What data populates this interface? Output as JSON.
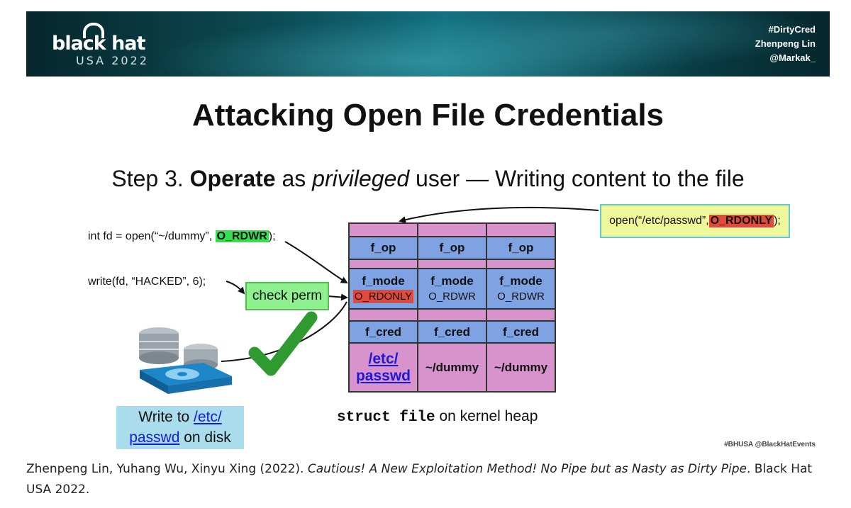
{
  "banner": {
    "logo_main": "black hat",
    "logo_sub": "USA 2022",
    "hashtag": "#DirtyCred",
    "author": "Zhenpeng Lin",
    "handle": "@Markak_"
  },
  "slide": {
    "title": "Attacking Open File Credentials",
    "subtitle": {
      "step": "Step 3.",
      "operate": "Operate",
      "as": "as",
      "privileged": "privileged",
      "rest": "user — Writing content to the file"
    },
    "code": {
      "open_prefix": "int fd = open(“~/dummy”, ",
      "open_flag": "O_RDWR",
      "open_suffix": ");",
      "write_line": "write(fd, “HACKED”, 6);"
    },
    "check_perm": "check perm",
    "open_passwd": {
      "prefix": "open(“/etc/passwd”, ",
      "flag": "O_RDONLY",
      "suffix": ");"
    },
    "struct_file": {
      "columns": [
        {
          "f_op": "f_op",
          "f_mode": "f_mode",
          "mode_value": "O_RDONLY",
          "f_cred": "f_cred",
          "path_line1": "/etc/",
          "path_line2": "passwd"
        },
        {
          "f_op": "f_op",
          "f_mode": "f_mode",
          "mode_value": "O_RDWR",
          "f_cred": "f_cred",
          "path": "~/dummy"
        },
        {
          "f_op": "f_op",
          "f_mode": "f_mode",
          "mode_value": "O_RDWR",
          "f_cred": "f_cred",
          "path": "~/dummy"
        }
      ],
      "caption_mono": "struct file",
      "caption_rest": " on kernel heap"
    },
    "disk_caption": {
      "line1_prefix": "Write to ",
      "line1_link": "/etc/",
      "line2_link": "passwd",
      "line2_suffix": " on disk"
    },
    "footer_tags": "#BHUSA   @BlackHatEvents",
    "colors": {
      "green_highlight": "#33e04d",
      "red_highlight": "#e04a3c",
      "pink_cell": "#d993cc",
      "blue_cell": "#7fa2e3",
      "check_green": "#2f9a2f"
    }
  },
  "citation": {
    "authors": "Zhenpeng Lin, Yuhang Wu, Xinyu Xing (2022). ",
    "title": "Cautious! A New Exploitation Method! No Pipe but as Nasty as Dirty Pipe",
    "venue": ". Black Hat USA 2022."
  }
}
